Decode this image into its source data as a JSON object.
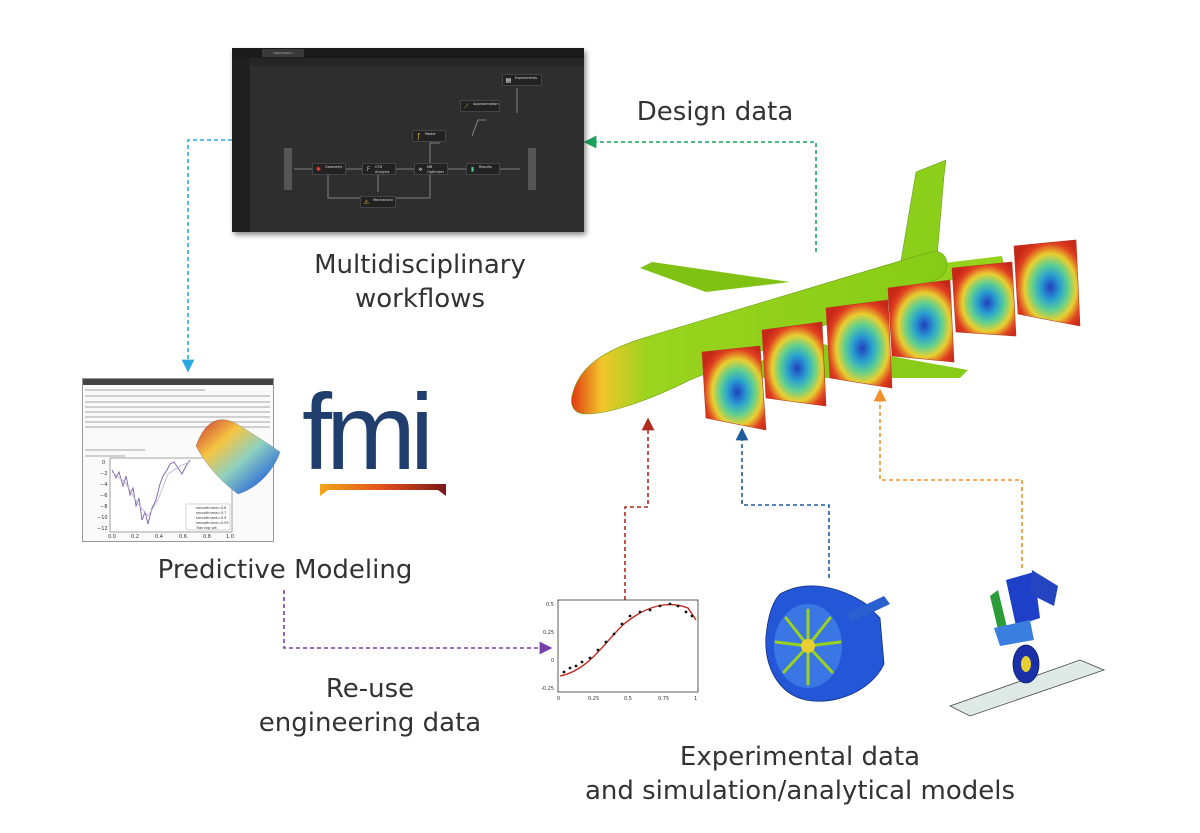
{
  "labels": {
    "multidisciplinary": [
      "Multidisciplinary",
      "workflows"
    ],
    "design_data": "Design data",
    "predictive": "Predictive Modeling",
    "reuse": [
      "Re-use",
      "engineering data"
    ],
    "experimental": [
      "Experimental data",
      "and simulation/analytical models"
    ]
  },
  "fmi_logo": "fmi",
  "workflow": {
    "tab": "Optimization",
    "nodes": [
      {
        "label": "Geometry",
        "icon": "geometry-icon"
      },
      {
        "label": "CFD Analysis",
        "icon": "cfd-icon"
      },
      {
        "label": "MB Optimizer",
        "icon": "optimizer-icon"
      },
      {
        "label": "Results",
        "icon": "results-icon"
      },
      {
        "label": "Model",
        "icon": "model-icon"
      },
      {
        "label": "Approximation",
        "icon": "approx-icon"
      },
      {
        "label": "Experiments",
        "icon": "experiments-icon"
      },
      {
        "label": "Mechanical",
        "icon": "mechanical-icon"
      }
    ]
  },
  "small_chart": {
    "x_ticks": [
      "0",
      "0.25",
      "0.5",
      "0.75",
      "1"
    ],
    "y_ticks": [
      "0.5",
      "0.25",
      "0",
      "-0.25"
    ]
  },
  "pred_chart": {
    "x_ticks": [
      "0.0",
      "0.2",
      "0.4",
      "0.6",
      "0.8",
      "1.0"
    ],
    "y_ticks": [
      "0",
      "−2",
      "−4",
      "−6",
      "−8",
      "−10",
      "−12"
    ],
    "legend": [
      "smoothness=0.8",
      "smoothness=0.7",
      "smoothness=0.9",
      "smoothness=0.95",
      "Training set"
    ]
  },
  "colors": {
    "cyan_arrow": "#29a9e0",
    "green_arrow": "#1aa35a",
    "purple_arrow": "#7a3ea8",
    "red_arrow": "#b02a1e",
    "blue_arrow": "#1e5a9c",
    "orange_arrow": "#f0902a",
    "fmi_blue": "#1f3e6e"
  }
}
